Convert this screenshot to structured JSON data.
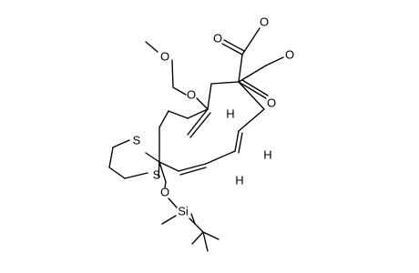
{
  "atom_labels": {
    "o_mom_ether": "O",
    "o_mom_ring": "O",
    "o_ester_a_carbonyl": "O",
    "o_ester_a_alkoxy": "O",
    "o_ester_b_alkoxy": "O",
    "o_ester_b_carbonyl": "O",
    "s_upper": "S",
    "s_lower": "S",
    "o_silyl_ether": "O",
    "si": "Si",
    "h_olefin_1": "H",
    "h_olefin_2": "H",
    "h_olefin_3": "H"
  }
}
